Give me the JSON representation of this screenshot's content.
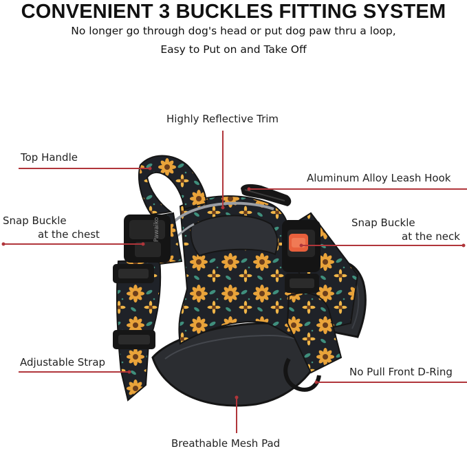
{
  "header": {
    "title": "CONVENIENT 3 BUCKLES FITTING SYSTEM",
    "subtitle_line1": "No longer go through dog's head or put dog paw thru a loop,",
    "subtitle_line2": "Easy to Put on and Take Off"
  },
  "product": {
    "brand_text": "Pawaiko",
    "pattern": "sunflower-print",
    "colors": {
      "strap_base": "#1f2228",
      "sunflower_petal": "#e9a33a",
      "sunflower_center": "#6b3e1c",
      "leaf": "#3f8f7d",
      "padding": "#2a2c30",
      "buckle": "#141414",
      "release_button": "#e8603c",
      "reflective_trim": "#9a9ea5",
      "callout_line": "#b0353a"
    }
  },
  "callouts": {
    "reflective_trim": "Highly Reflective Trim",
    "top_handle": "Top Handle",
    "leash_hook": "Aluminum Alloy Leash Hook",
    "chest_buckle_line1": "Snap Buckle",
    "chest_buckle_line2": "at the chest",
    "neck_buckle_line1": "Snap Buckle",
    "neck_buckle_line2": "at the neck",
    "adjustable_strap": "Adjustable Strap",
    "front_d_ring": "No Pull Front D-Ring",
    "mesh_pad": "Breathable Mesh Pad"
  }
}
